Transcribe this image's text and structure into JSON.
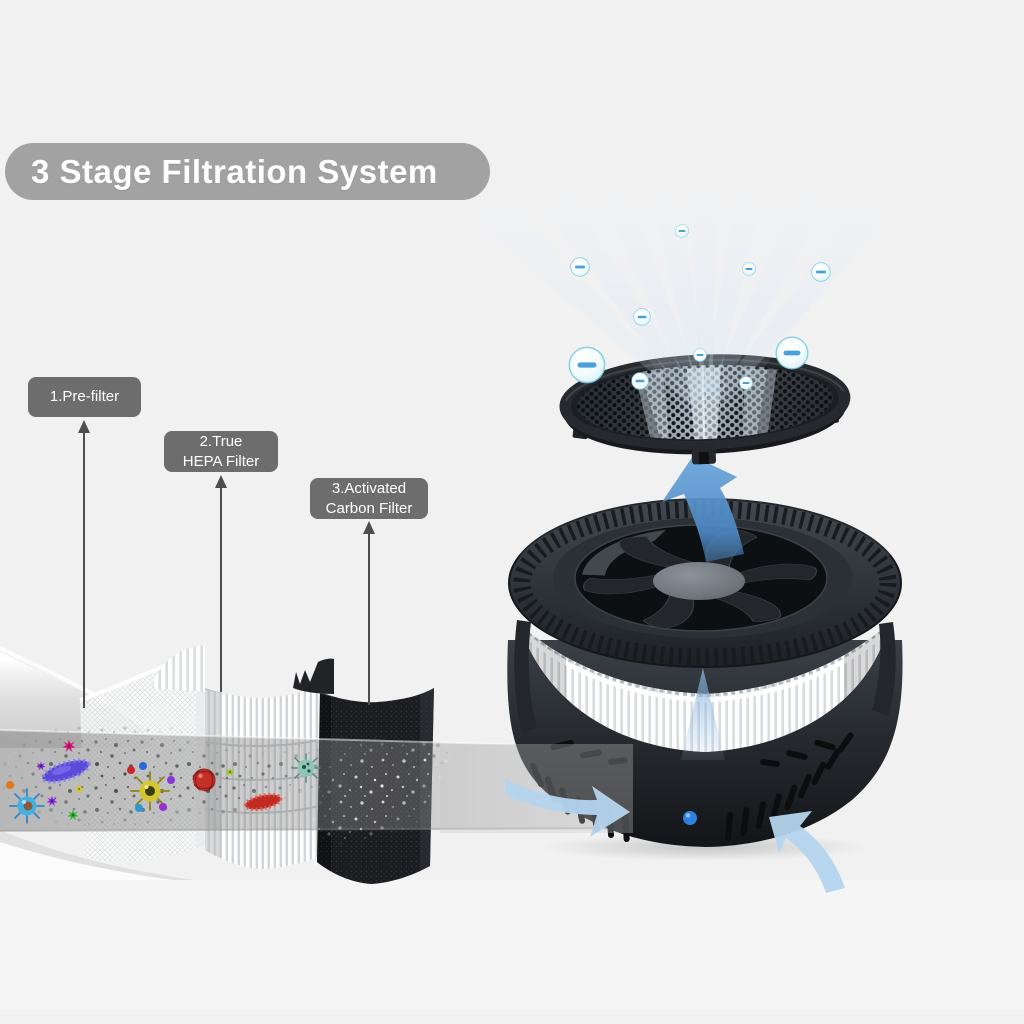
{
  "banner": {
    "title": "3 Stage Filtration System"
  },
  "callouts": [
    {
      "id": "pre-filter",
      "text": "1.Pre-filter"
    },
    {
      "id": "true-hepa-filter",
      "text": "2.True\nHEPA Filter"
    },
    {
      "id": "activated-carbon-filter",
      "text": "3.Activated\nCarbon Filter"
    }
  ],
  "icons": {
    "negative_ion_symbol": "−",
    "power_led": "blue-dot"
  },
  "colors": {
    "background": "#f1f1f2",
    "banner_bg": "#a2a2a2",
    "banner_text": "#ffffff",
    "callout_bg": "#6d6d6d",
    "callout_text": "#ffffff",
    "airflow_blue": "#5593cf",
    "intake_arrow_blue": "#b5d4ee",
    "ion_minus_blue": "#4aa0d8",
    "led_blue": "#2f7fe0"
  }
}
